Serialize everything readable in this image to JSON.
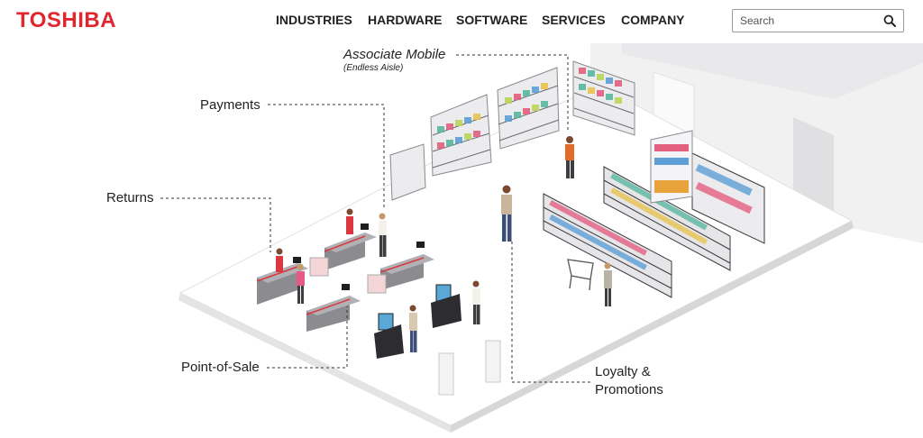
{
  "brand": {
    "logo_text": "TOSHIBA",
    "color": "#e0262e"
  },
  "nav": {
    "items": [
      {
        "label": "INDUSTRIES"
      },
      {
        "label": "HARDWARE"
      },
      {
        "label": "SOFTWARE"
      },
      {
        "label": "SERVICES"
      },
      {
        "label": "COMPANY"
      }
    ]
  },
  "search": {
    "placeholder": "Search",
    "icon": "search-icon"
  },
  "diagram": {
    "labels": {
      "associate_mobile": "Associate Mobile",
      "endless_aisle": "(Endless Aisle)",
      "payments": "Payments",
      "returns": "Returns",
      "point_of_sale": "Point-of-Sale",
      "loyalty_line1": "Loyalty &",
      "loyalty_line2": "Promotions"
    }
  }
}
